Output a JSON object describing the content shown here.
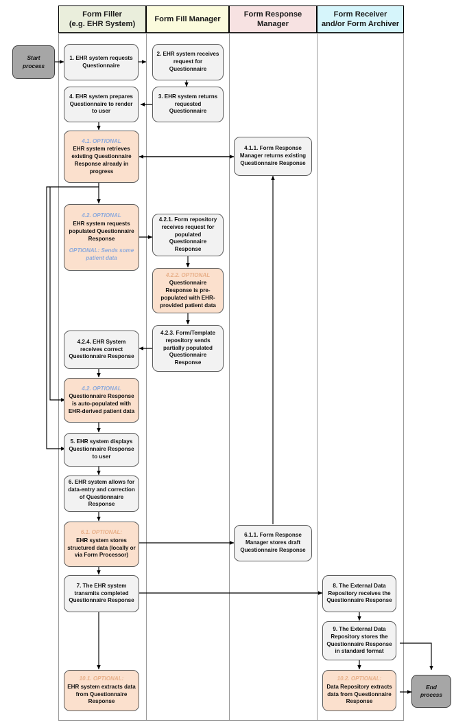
{
  "diagram": {
    "title": "Questionnaire / Form Fill Workflow Swimlane Diagram",
    "colors": {
      "lane_form_filler": "#eaeedc",
      "lane_form_fill_manager": "#fbfbdd",
      "lane_form_response_manager": "#f7e2e2",
      "lane_form_receiver": "#d6f5fb",
      "node_default": "#f2f2f2",
      "node_optional": "#fbe0cd",
      "terminator": "#a6a6a6",
      "optional_tag_blue": "#8eaadb",
      "optional_tag_tan": "#e8b08a",
      "connector": "#000000"
    }
  },
  "lanes": [
    {
      "id": "form-filler",
      "label": "Form Filler\n(e.g. EHR System)"
    },
    {
      "id": "form-fill-manager",
      "label": "Form Fill Manager"
    },
    {
      "id": "form-response-manager",
      "label": "Form Response\nManager"
    },
    {
      "id": "form-receiver",
      "label": "Form Receiver\nand/or Form Archiver"
    }
  ],
  "lane_labels": {
    "form_filler_line1": "Form Filler",
    "form_filler_line2": "(e.g. EHR System)",
    "form_fill_manager": "Form Fill Manager",
    "form_response_manager_line1": "Form Response",
    "form_response_manager_line2": "Manager",
    "form_receiver_line1": "Form Receiver",
    "form_receiver_line2": "and/or Form Archiver"
  },
  "terminators": {
    "start_line1": "Start",
    "start_line2": "process",
    "end_line1": "End",
    "end_line2": "process"
  },
  "nodes": {
    "n1": {
      "lane": "form-filler",
      "optional": false,
      "text": "1. EHR system requests Questionnaire"
    },
    "n2": {
      "lane": "form-fill-manager",
      "optional": false,
      "text": "2. EHR system receives request for Questionnaire"
    },
    "n3": {
      "lane": "form-fill-manager",
      "optional": false,
      "text": "3. EHR system returns requested Questionnaire"
    },
    "n4": {
      "lane": "form-filler",
      "optional": false,
      "text": "4. EHR system prepares Questionnaire to render to user"
    },
    "n41": {
      "lane": "form-filler",
      "optional": true,
      "tag": "4.1. OPTIONAL",
      "tag_color": "blue",
      "text": "EHR system retrieves existing Questionnaire Response already in progress"
    },
    "n411": {
      "lane": "form-response-manager",
      "optional": false,
      "text": "4.1.1. Form Response Manager returns existing Questionnaire Response"
    },
    "n42": {
      "lane": "form-filler",
      "optional": true,
      "tag": "4.2. OPTIONAL",
      "tag_color": "blue",
      "text": "EHR system requests populated Questionnaire Response",
      "note": "OPTIONAL: Sends some patient data"
    },
    "n421": {
      "lane": "form-fill-manager",
      "optional": false,
      "text": "4.2.1. Form repository receives request for populated Questionnaire Response"
    },
    "n422": {
      "lane": "form-fill-manager",
      "optional": true,
      "tag": "4.2.2. OPTIONAL",
      "tag_color": "tan",
      "text": "Questionnaire Response is pre-populated with EHR-provided patient data"
    },
    "n423": {
      "lane": "form-fill-manager",
      "optional": false,
      "text": "4.2.3. Form/Template repository sends partially populated Questionnaire Response"
    },
    "n424": {
      "lane": "form-filler",
      "optional": false,
      "text": "4.2.4. EHR System receives correct Questionnaire Response"
    },
    "n42b": {
      "lane": "form-filler",
      "optional": true,
      "tag": "4.2. OPTIONAL",
      "tag_color": "blue",
      "text": "Questionnaire Response is auto-populated with EHR-derived patient data"
    },
    "n5": {
      "lane": "form-filler",
      "optional": false,
      "text": "5. EHR system displays Questionnaire Response to user"
    },
    "n6": {
      "lane": "form-filler",
      "optional": false,
      "text": "6. EHR system allows for data-entry and correction of Questionnaire Response"
    },
    "n61": {
      "lane": "form-filler",
      "optional": true,
      "tag": "6.1. OPTIONAL:",
      "tag_color": "tan",
      "text": "EHR system stores structured data (locally or via Form Processor)"
    },
    "n611": {
      "lane": "form-response-manager",
      "optional": false,
      "text": "6.1.1. Form Response Manager stores draft Questionnaire Response"
    },
    "n7": {
      "lane": "form-filler",
      "optional": false,
      "text": "7. The EHR system transmits completed Questionnaire Response"
    },
    "n8": {
      "lane": "form-receiver",
      "optional": false,
      "text": "8. The External Data Repository receives the Questionnaire Response"
    },
    "n9": {
      "lane": "form-receiver",
      "optional": false,
      "text": "9. The External Data Repository stores the Questionnaire Response in standard format"
    },
    "n101": {
      "lane": "form-filler",
      "optional": true,
      "tag": "10.1. OPTIONAL:",
      "tag_color": "tan",
      "text": "EHR system extracts data from Questionnaire Response"
    },
    "n102": {
      "lane": "form-receiver",
      "optional": true,
      "tag": "10.2. OPTIONAL:",
      "tag_color": "tan",
      "text": "Data Repository extracts data from Questionnaire Response"
    }
  },
  "edges": [
    {
      "from": "start",
      "to": "n1",
      "direction": "right"
    },
    {
      "from": "n1",
      "to": "n2",
      "direction": "right"
    },
    {
      "from": "n2",
      "to": "n3",
      "direction": "down"
    },
    {
      "from": "n3",
      "to": "n4",
      "direction": "left"
    },
    {
      "from": "n4",
      "to": "n41",
      "direction": "down"
    },
    {
      "from": "n41",
      "to": "n411",
      "direction": "bidirectional"
    },
    {
      "from": "n41",
      "to": "n42",
      "direction": "down"
    },
    {
      "from": "n41",
      "to": "n42b",
      "direction": "left-route"
    },
    {
      "from": "n41",
      "to": "n5",
      "direction": "left-route"
    },
    {
      "from": "n42",
      "to": "n421",
      "direction": "right"
    },
    {
      "from": "n421",
      "to": "n422",
      "direction": "down"
    },
    {
      "from": "n422",
      "to": "n423",
      "direction": "down"
    },
    {
      "from": "n423",
      "to": "n424",
      "direction": "left"
    },
    {
      "from": "n424",
      "to": "n42b",
      "direction": "down"
    },
    {
      "from": "n42b",
      "to": "n5",
      "direction": "down"
    },
    {
      "from": "n5",
      "to": "n6",
      "direction": "down"
    },
    {
      "from": "n6",
      "to": "n61",
      "direction": "down"
    },
    {
      "from": "n61",
      "to": "n611",
      "direction": "right"
    },
    {
      "from": "n611",
      "to": "n411",
      "direction": "up"
    },
    {
      "from": "n61",
      "to": "n7",
      "direction": "down"
    },
    {
      "from": "n7",
      "to": "n8",
      "direction": "right"
    },
    {
      "from": "n7",
      "to": "n101",
      "direction": "down"
    },
    {
      "from": "n8",
      "to": "n9",
      "direction": "down"
    },
    {
      "from": "n9",
      "to": "end",
      "direction": "right-route"
    },
    {
      "from": "n9",
      "to": "n102",
      "direction": "down"
    },
    {
      "from": "n102",
      "to": "end",
      "direction": "right"
    }
  ]
}
